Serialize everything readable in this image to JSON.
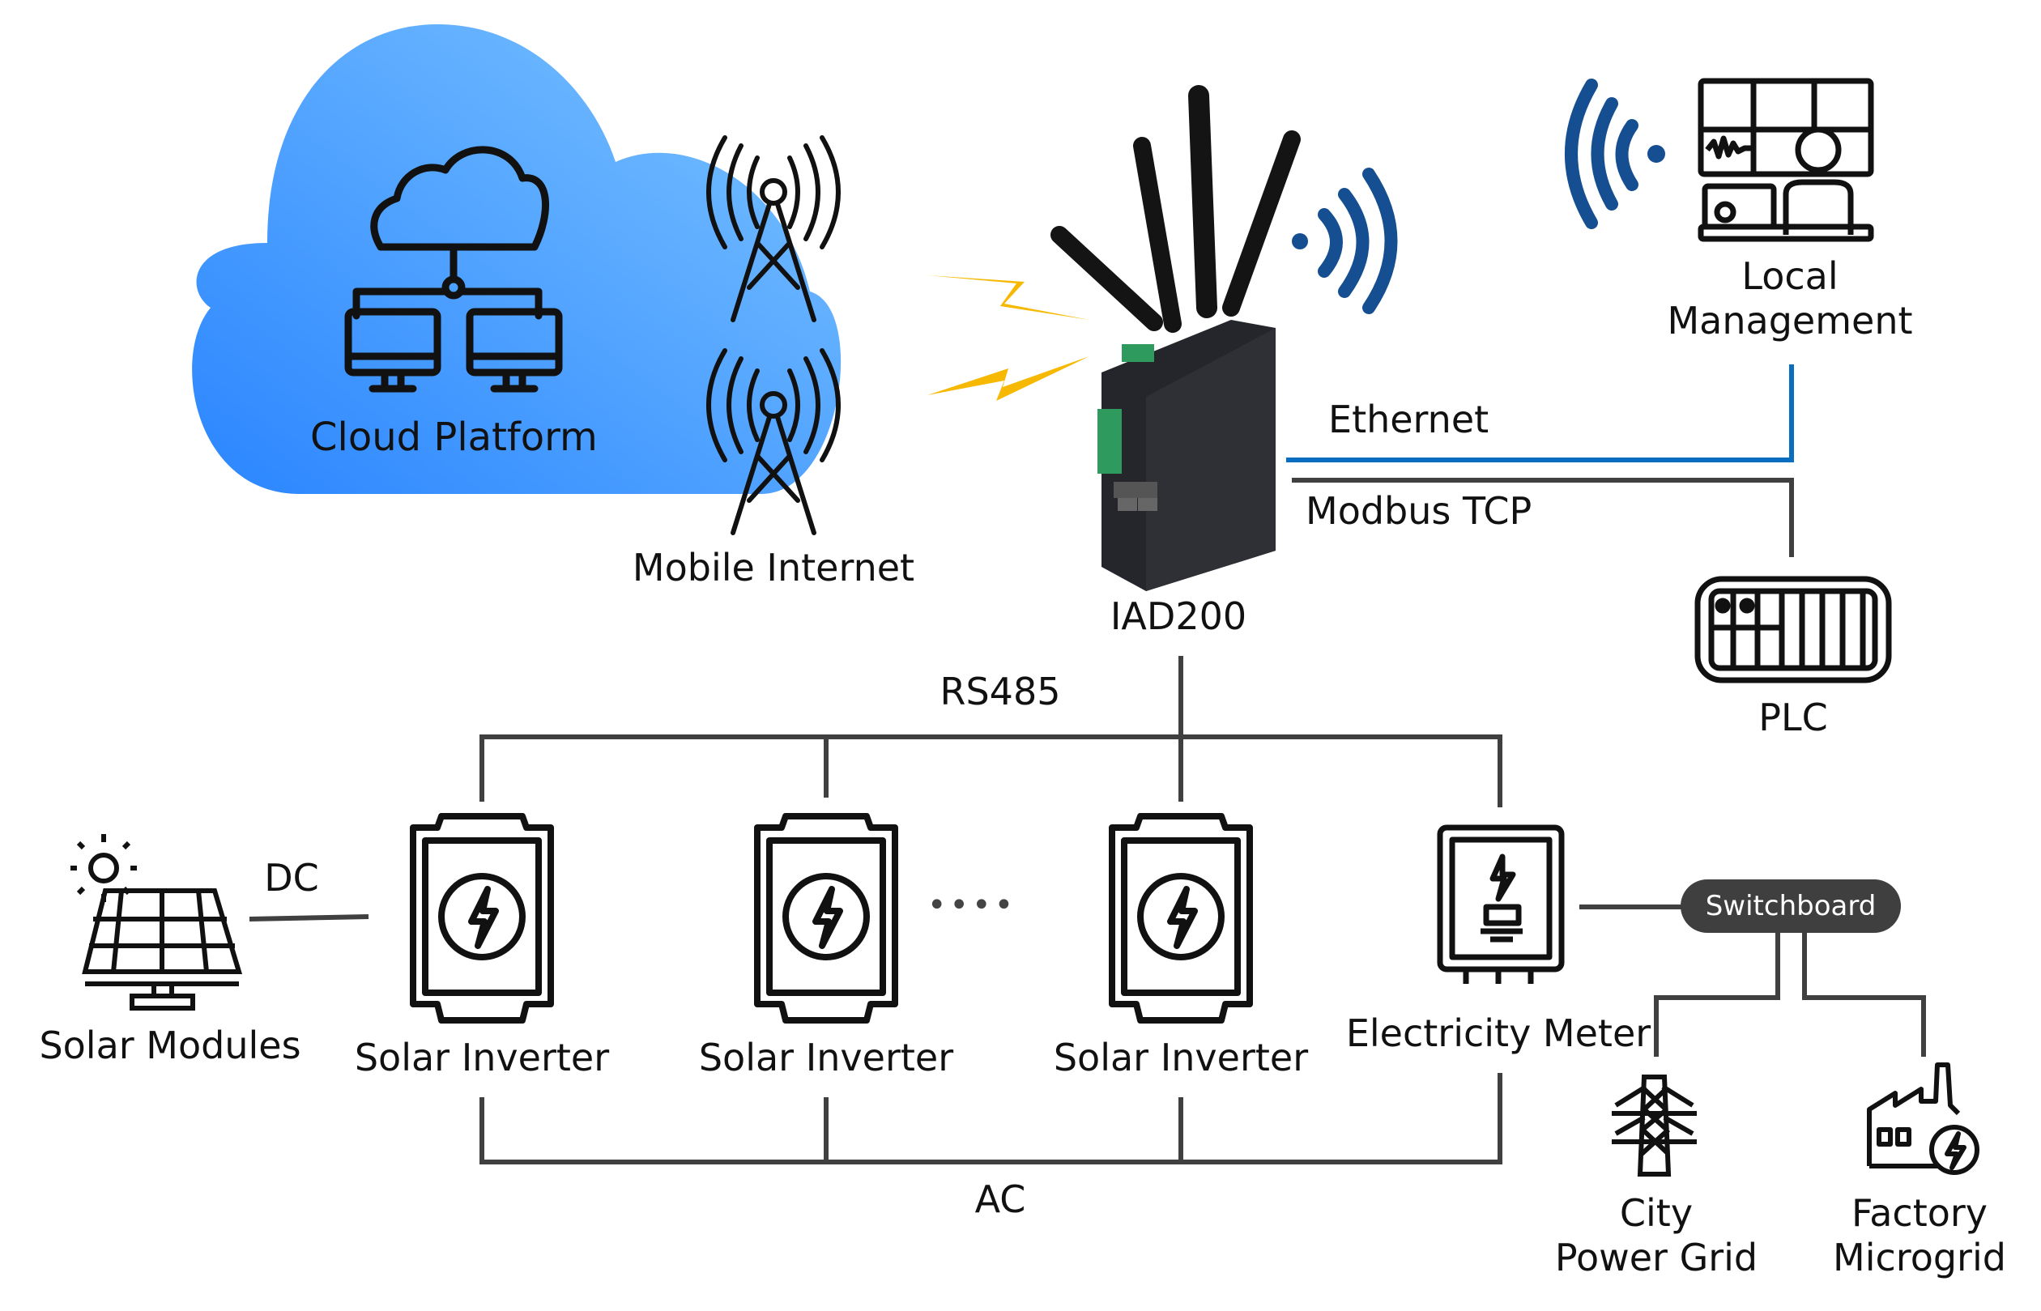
{
  "diagram": {
    "nodes": {
      "cloud": {
        "label": "Cloud Platform",
        "icon": "cloud-network-icon"
      },
      "mobile": {
        "label": "Mobile Internet",
        "icon": "cell-tower-icon"
      },
      "gateway": {
        "label": "IAD200",
        "icon": "industrial-gateway-device"
      },
      "local": {
        "line1": "Local",
        "line2": "Management",
        "icon": "control-room-icon"
      },
      "plc": {
        "label": "PLC",
        "icon": "plc-icon"
      },
      "solar": {
        "label": "Solar Modules",
        "icon": "solar-panel-icon"
      },
      "inverters": [
        {
          "label": "Solar Inverter"
        },
        {
          "label": "Solar Inverter"
        },
        {
          "label": "Solar Inverter"
        }
      ],
      "meter": {
        "label": "Electricity Meter",
        "icon": "electric-meter-icon"
      },
      "switchboard": {
        "label": "Switchboard"
      },
      "grid": {
        "line1": "City",
        "line2": "Power Grid",
        "icon": "power-tower-icon"
      },
      "factory": {
        "line1": "Factory",
        "line2": "Microgrid",
        "icon": "factory-icon"
      }
    },
    "links": {
      "ethernet": "Ethernet",
      "modbus": "Modbus TCP",
      "rs485": "RS485",
      "dc": "DC",
      "ac": "AC"
    },
    "ellipsis": "••••",
    "colors": {
      "cloud_light": "#6bb8ff",
      "cloud_dark": "#2a85ff",
      "ethernet_line": "#0a6ec0",
      "wire": "#404040",
      "wifi": "#154f91",
      "bolt": "#f6b800",
      "switchboard_bg": "#3f3f3f"
    }
  }
}
